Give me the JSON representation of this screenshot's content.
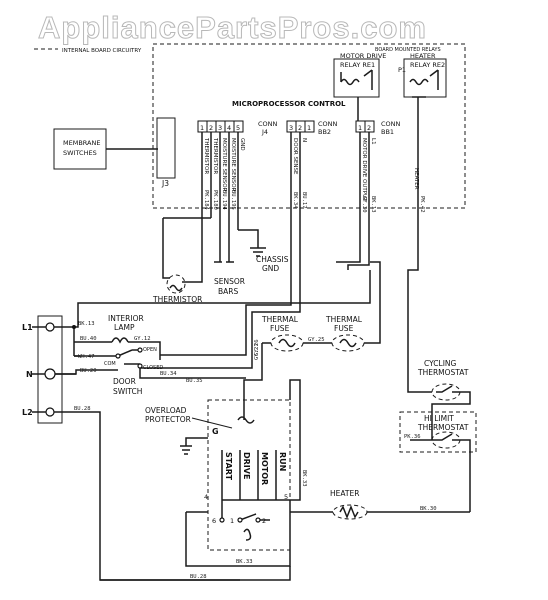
{
  "watermark": "AppliancePartsPros.com",
  "legend": {
    "text": "INTERNAL BOARD CIRCUITRY"
  },
  "board": {
    "mount_label": "BOARD MOUNTED RELAYS",
    "title": "MICROPROCESSOR CONTROL",
    "relay1": {
      "line1": "MOTOR DRIVE",
      "line2": "RELAY RE1"
    },
    "relay2": {
      "line1": "HEATER",
      "line2": "RELAY RE2"
    },
    "relay2_pin": "P1",
    "j3": "J3",
    "membrane": {
      "line1": "MEMBRANE",
      "line2": "SWITCHES"
    },
    "conn_j4": {
      "line1": "CONN",
      "line2": "J4",
      "pins": [
        "1",
        "2",
        "3",
        "4",
        "5"
      ]
    },
    "conn_bb2": {
      "line1": "CONN",
      "line2": "BB2",
      "pins": [
        "3",
        "2",
        "1"
      ]
    },
    "conn_bb1": {
      "line1": "CONN",
      "line2": "BB1",
      "pins": [
        "1",
        "2"
      ]
    },
    "j4_signals": [
      "THERMISTOR",
      "THERMISTOR",
      "MOISTURE SENSOR",
      "MOISTURE SENSOR",
      "GND"
    ],
    "bb2_signals": [
      "DOOR SENSE",
      "N"
    ],
    "bb1_signals": [
      "MOTOR DRIVE OUTPUT",
      "L1"
    ],
    "heater_signal": "HEATER"
  },
  "wire_codes": {
    "j4_1": "PK.184",
    "j4_2": "PK.180",
    "j4_3": "BU.194",
    "j4_4": "BU.195",
    "bb2_a": "BK.34",
    "bb2_b": "BU.17",
    "bb1_a": "GY.30",
    "bb1_b": "BK.13",
    "heater": "PK.42",
    "l1": "BK.13",
    "lamp_in": "BU.40",
    "lamp_out": "GY.12",
    "switch_in": "WH.47",
    "switch_com": "BU.20",
    "switch_out": "BU.34",
    "fuse_mid": "GY.25",
    "fuse_top": "GY.26",
    "l2": "BU.28",
    "motor_feed": "BU.35",
    "motor_l": "GY.21",
    "heater_out": "BK.30",
    "hilimit": "PK.36",
    "motor_bottom": "BK.33",
    "bottom": "BU.28",
    "motor_right": "BK.33"
  },
  "components": {
    "chassis_gnd": {
      "line1": "CHASSIS",
      "line2": "GND"
    },
    "thermistor": "THERMISTOR",
    "sensor_bars": {
      "line1": "SENSOR",
      "line2": "BARS"
    },
    "l1": "L1",
    "n": "N",
    "l2": "L2",
    "interior_lamp": {
      "line1": "INTERIOR",
      "line2": "LAMP"
    },
    "door_switch": {
      "line1": "DOOR",
      "line2": "SWITCH",
      "com": "COM",
      "open": "OPEN",
      "closed": "CLOSED"
    },
    "thermal_fuse_1": {
      "line1": "THERMAL",
      "line2": "FUSE"
    },
    "thermal_fuse_2": {
      "line1": "THERMAL",
      "line2": "FUSE"
    },
    "cycling_thermostat": {
      "line1": "CYCLING",
      "line2": "THERMOSTAT"
    },
    "hi_limit_thermostat": {
      "line1": "HI LIMIT",
      "line2": "THERMOSTAT"
    },
    "overload_protector": {
      "line1": "OVERLOAD",
      "line2": "PROTECTOR"
    },
    "motor_g": "G",
    "motor_start": "START",
    "motor_drive": "DRIVE",
    "motor_motor": "MOTOR",
    "motor_run": "RUN",
    "motor_pins": [
      "4",
      "6",
      "1",
      "2",
      "5"
    ],
    "heater": "HEATER"
  }
}
